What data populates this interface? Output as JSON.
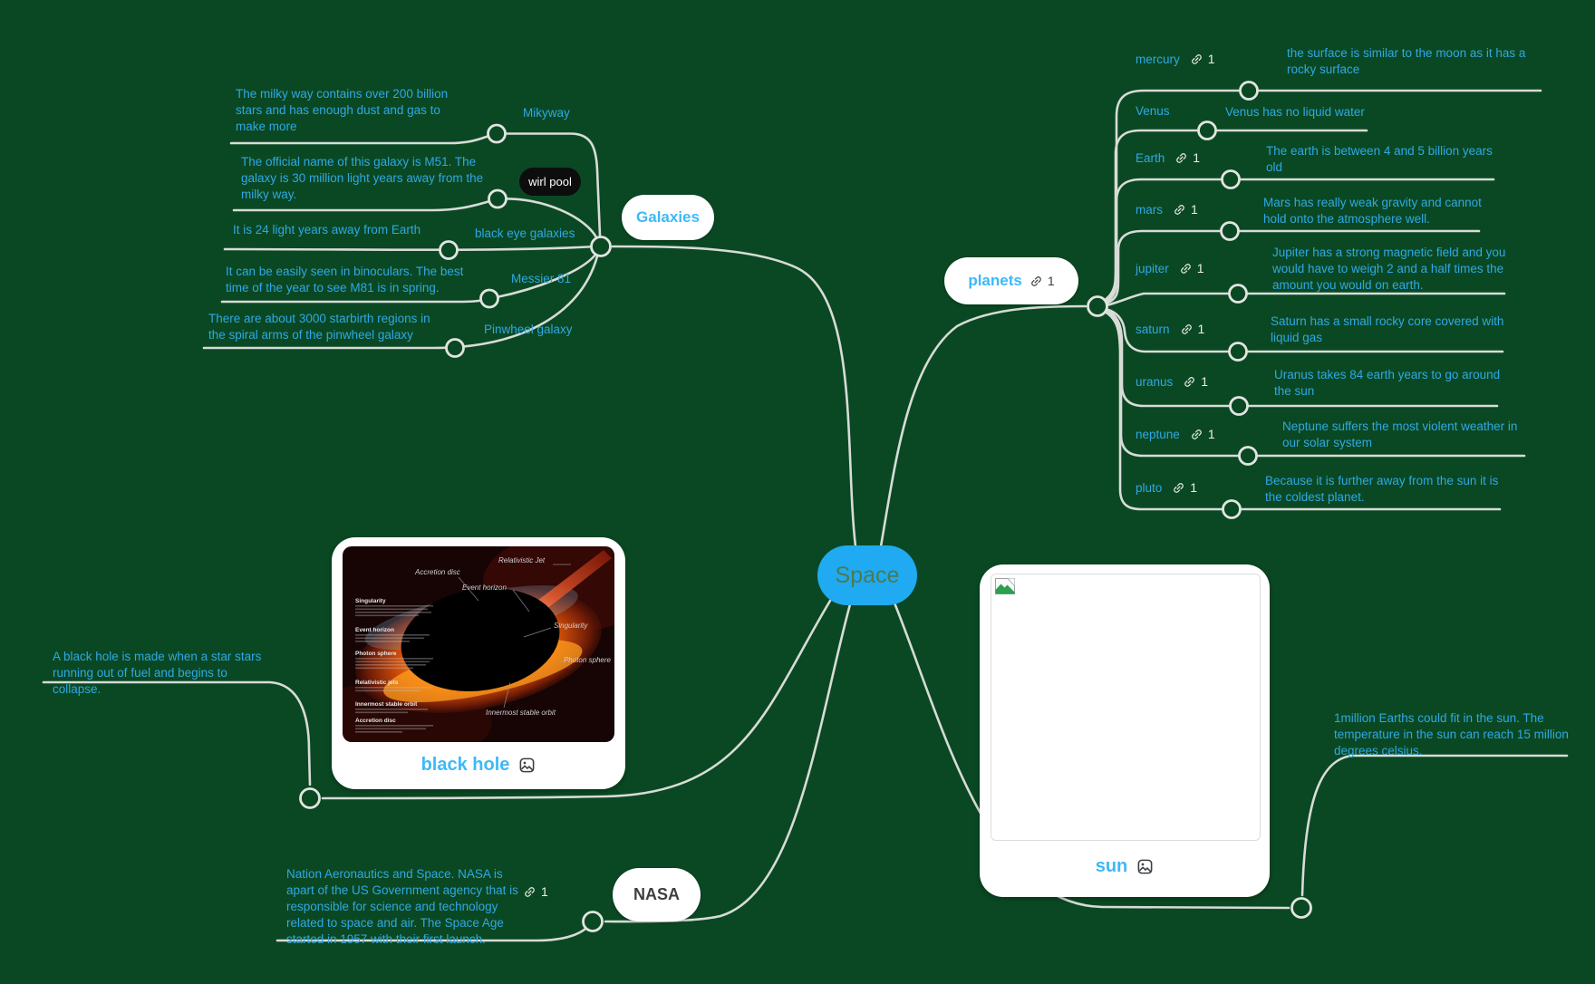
{
  "app": {
    "background": "#0A4823",
    "line_color": "#E2E4E0",
    "accent_blue": "#2FA8E4",
    "node_blue": "#3CB9F8",
    "center_fill": "#1FAAF1"
  },
  "center": {
    "label": "Space"
  },
  "galaxies": {
    "label": "Galaxies",
    "items": [
      {
        "label": "Mikyway",
        "note": "The milky way contains over 200 billion stars and has enough dust and gas to make more"
      },
      {
        "label": "wirl pool",
        "note": "The official name of this galaxy is M51. The galaxy is 30 million light years away from the milky way."
      },
      {
        "label": "black eye galaxies",
        "note": "It is 24 light years away from Earth"
      },
      {
        "label": "Messier 81",
        "note": "It can be easily seen in binoculars. The best time of the year to see M81 is in spring."
      },
      {
        "label": "Pinwheel galaxy",
        "note": "There are about 3000 starbirth regions in the spiral arms of the pinwheel galaxy"
      }
    ]
  },
  "planets": {
    "label": "planets",
    "links": "1",
    "items": [
      {
        "label": "mercury",
        "links": "1",
        "note": "the surface is similar to the moon as it has a rocky surface"
      },
      {
        "label": "Venus",
        "links": "",
        "note": "Venus has no liquid water"
      },
      {
        "label": "Earth",
        "links": "1",
        "note": "The earth is between 4 and 5 billion years old"
      },
      {
        "label": "mars",
        "links": "1",
        "note": "Mars has really weak gravity and cannot hold onto the atmosphere well."
      },
      {
        "label": "jupiter",
        "links": "1",
        "note": "Jupiter has a strong magnetic field and you would have to weigh 2 and a half times the amount you would on earth."
      },
      {
        "label": "saturn",
        "links": "1",
        "note": "Saturn has a small rocky core covered with liquid gas"
      },
      {
        "label": "uranus",
        "links": "1",
        "note": "Uranus takes 84 earth years to go around the sun"
      },
      {
        "label": "neptune",
        "links": "1",
        "note": "Neptune suffers the most violent weather in our solar system"
      },
      {
        "label": "pluto",
        "links": "1",
        "note": "Because it is further away from the sun it is the coldest planet."
      }
    ]
  },
  "black_hole": {
    "label": "black hole",
    "note": "A black hole is made when a star stars running out of fuel and begins to collapse.",
    "image": {
      "annotations": [
        "Accretion disc",
        "Relativistic Jet",
        "Event horizon",
        "Singularity",
        "Photon sphere",
        "Innermost stable orbit"
      ],
      "sections": [
        "Singularity",
        "Event horizon",
        "Photon sphere",
        "Relativistic jets",
        "Innermost stable orbit",
        "Accretion disc"
      ]
    }
  },
  "nasa": {
    "label": "NASA",
    "links": "1",
    "note": "Nation Aeronautics and Space. NASA is apart of the US Government agency that is responsible for science and technology related to space and air. The Space Age started in 1957 with their first launch."
  },
  "sun": {
    "label": "sun",
    "note": "1million Earths could fit in the sun. The temperature in the sun can reach 15 million degrees celsius."
  }
}
